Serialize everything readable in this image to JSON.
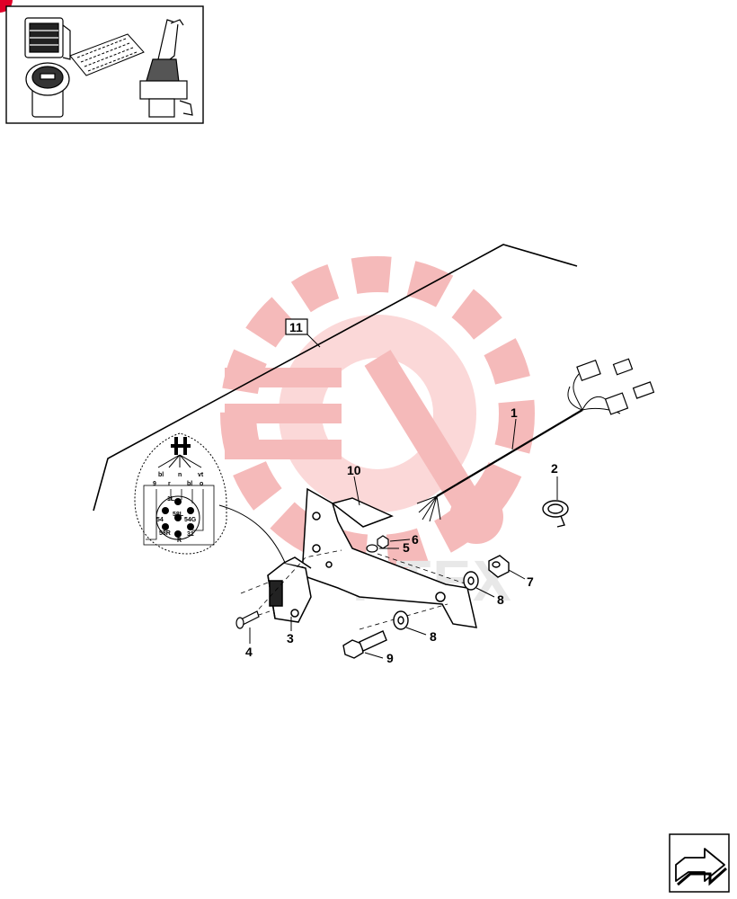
{
  "watermark_text": "HTEX",
  "colors": {
    "ink": "#000000",
    "watermark": "#f5b3b3",
    "corner_dot": "#e00028"
  },
  "thumbnail": {
    "icons": [
      "relay-box-icon",
      "circuit-board-icon",
      "gauge-icon",
      "joystick-icon"
    ]
  },
  "assembly_ref": "11",
  "callouts": {
    "harness": "1",
    "clip": "2",
    "socket": "3",
    "screw": "4",
    "washer_small": "5",
    "nut_small": "6",
    "nut": "7",
    "washer_upper": "8",
    "washer_lower": "8",
    "bolt": "9",
    "bracket": "10"
  },
  "socket_pinout": {
    "wire_codes": [
      "9",
      "bl",
      "r",
      "n",
      "bl",
      "vt",
      "o"
    ],
    "pins": [
      "1L",
      "58L",
      "54",
      "54G",
      "58R",
      "31",
      "R"
    ]
  },
  "nav": {
    "next_icon": "next-page-arrow-icon"
  }
}
